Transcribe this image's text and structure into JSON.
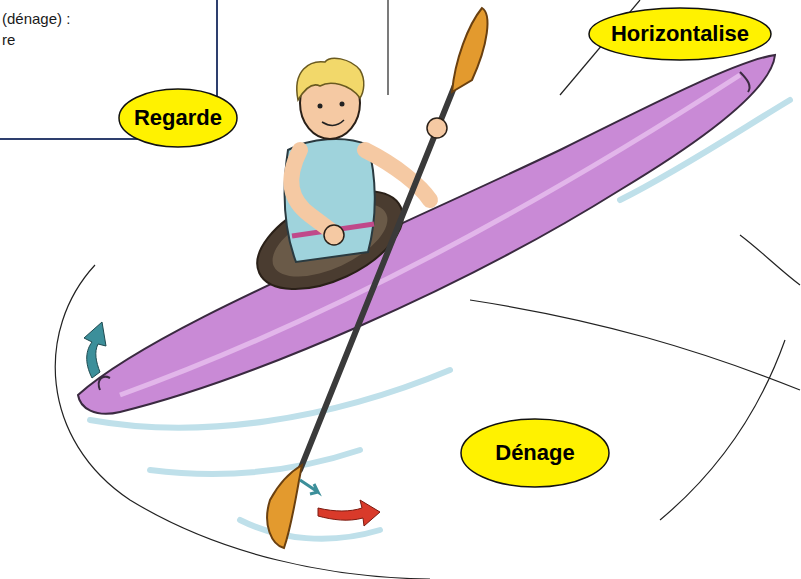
{
  "diagram": {
    "nodes": [
      {
        "text": [
          "(dénage) : re"
        ]
      },
      {
        "text": [
          "Horizontalise"
        ]
      },
      {
        "text": [
          "Regarde"
        ]
      },
      {
        "text": [
          "Dénage"
        ]
      }
    ]
  }
}
